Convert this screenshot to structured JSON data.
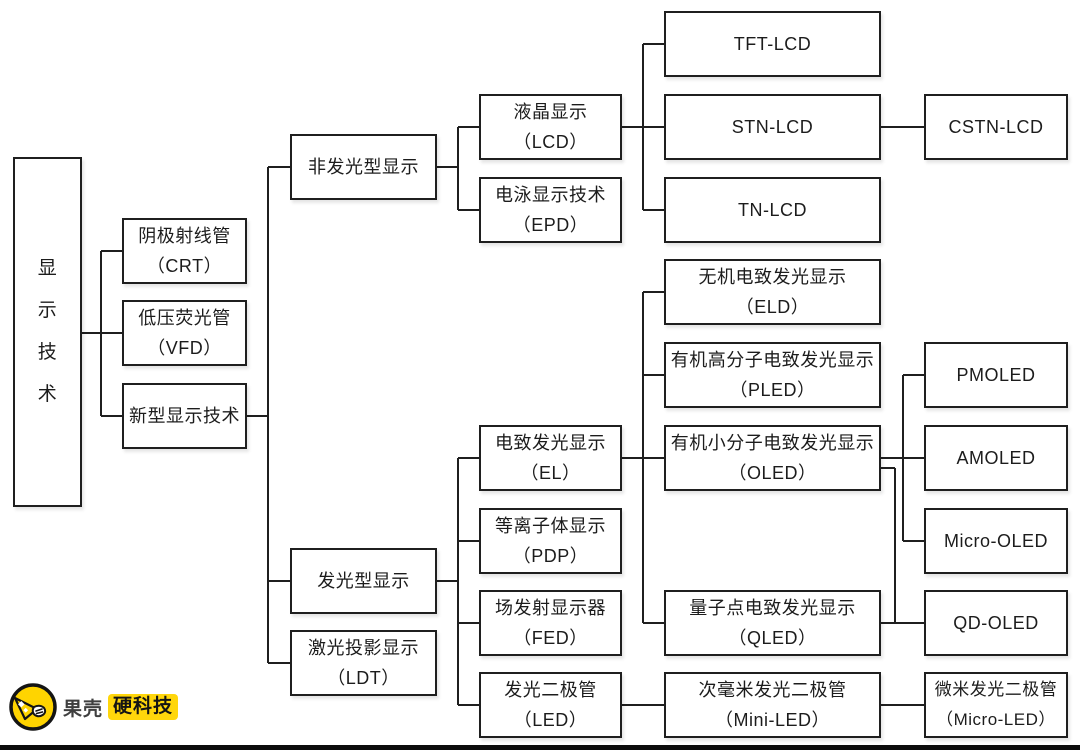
{
  "nodes": {
    "root": {
      "label": "显示技术"
    },
    "crt": {
      "line1": "阴极射线管",
      "line2": "（CRT）"
    },
    "vfd": {
      "line1": "低压荧光管",
      "line2": "（VFD）"
    },
    "new_display": {
      "line1": "新型显示技术"
    },
    "non_emissive": {
      "line1": "非发光型显示"
    },
    "emissive": {
      "line1": "发光型显示"
    },
    "ldt": {
      "line1": "激光投影显示",
      "line2": "（LDT）"
    },
    "lcd": {
      "line1": "液晶显示",
      "line2": "（LCD）"
    },
    "epd": {
      "line1": "电泳显示技术",
      "line2": "（EPD）"
    },
    "el": {
      "line1": "电致发光显示",
      "line2": "（EL）"
    },
    "pdp": {
      "line1": "等离子体显示",
      "line2": "（PDP）"
    },
    "fed": {
      "line1": "场发射显示器",
      "line2": "（FED）"
    },
    "led": {
      "line1": "发光二极管",
      "line2": "（LED）"
    },
    "tft_lcd": {
      "line1": "TFT-LCD"
    },
    "stn_lcd": {
      "line1": "STN-LCD"
    },
    "tn_lcd": {
      "line1": "TN-LCD"
    },
    "cstn_lcd": {
      "line1": "CSTN-LCD"
    },
    "eld": {
      "line1": "无机电致发光显示",
      "line2": "（ELD）"
    },
    "pled": {
      "line1": "有机高分子电致发光显示",
      "line2": "（PLED）"
    },
    "oled": {
      "line1": "有机小分子电致发光显示",
      "line2": "（OLED）"
    },
    "qled": {
      "line1": "量子点电致发光显示",
      "line2": "（QLED）"
    },
    "pmoled": {
      "line1": "PMOLED"
    },
    "amoled": {
      "line1": "AMOLED"
    },
    "micro_oled": {
      "line1": "Micro-OLED"
    },
    "qd_oled": {
      "line1": "QD-OLED"
    },
    "mini_led": {
      "line1": "次毫米发光二极管",
      "line2": "（Mini-LED）"
    },
    "micro_led": {
      "line1": "微米发光二极管",
      "line2": "（Micro-LED）"
    }
  },
  "branding": {
    "wordmark": "果壳",
    "badge": "硬科技"
  },
  "colors": {
    "line": "#1f1f1f",
    "box_border": "#1f1f1f",
    "box_fill": "#ffffff",
    "text": "#1c1c1c",
    "brand_yellow": "#ffd400",
    "badge_yellow": "#ffd60b",
    "bottom_bar": "#0c0c0c"
  }
}
